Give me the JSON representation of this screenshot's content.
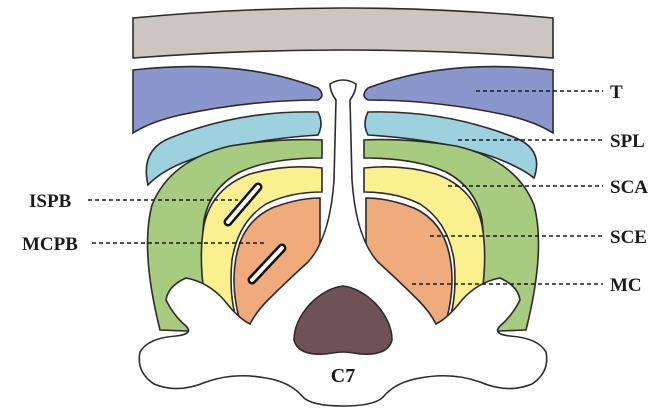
{
  "labels": {
    "t": "T",
    "spl": "SPL",
    "sca": "SCA",
    "sce": "SCE",
    "mc": "MC",
    "ispb": "ISPB",
    "mcpb": "MCPB",
    "c7": "C7"
  },
  "colors": {
    "skin_fat": "#cdc5c2",
    "trapezius": "#8a97cc",
    "splenius": "#9dd1de",
    "semispinalis_capitis": "#a7cc80",
    "semispinalis_cervicis": "#fbf090",
    "multifidus": "#f0ab7c",
    "spinal_canal": "#6f5256",
    "bone": "#ffffff",
    "outline": "#2b2b2b"
  }
}
